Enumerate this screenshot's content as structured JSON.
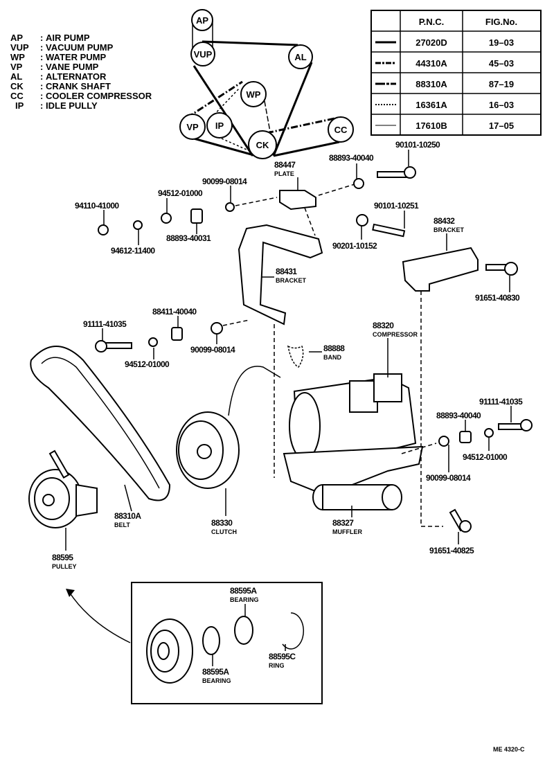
{
  "legend": [
    {
      "code": "AP",
      "name": "AIR PUMP"
    },
    {
      "code": "VUP",
      "name": "VACUUM PUMP"
    },
    {
      "code": "WP",
      "name": "WATER PUMP"
    },
    {
      "code": "VP",
      "name": "VANE PUMP"
    },
    {
      "code": "AL",
      "name": "ALTERNATOR"
    },
    {
      "code": "CK",
      "name": "CRANK SHAFT"
    },
    {
      "code": "CC",
      "name": "COOLER COMPRESSOR"
    },
    {
      "code": "IP",
      "name": "IDLE PULLY"
    }
  ],
  "pulleys": [
    "AP",
    "VUP",
    "AL",
    "WP",
    "VP",
    "IP",
    "CK",
    "CC"
  ],
  "table": {
    "headers": [
      "",
      "P.N.C.",
      "FIG.No."
    ],
    "rows": [
      {
        "line_style": "solid-thick",
        "pnc": "27020D",
        "fig": "19–03"
      },
      {
        "line_style": "dash-dot",
        "pnc": "44310A",
        "fig": "45–03"
      },
      {
        "line_style": "dash-long",
        "pnc": "88310A",
        "fig": "87–19"
      },
      {
        "line_style": "dotted",
        "pnc": "16361A",
        "fig": "16–03"
      },
      {
        "line_style": "solid-thin",
        "pnc": "17610B",
        "fig": "17–05"
      }
    ]
  },
  "parts": {
    "p1": "90101-10250",
    "p2": "88893-40040",
    "p3": "88447",
    "p3n": "PLATE",
    "p4": "90099-08014",
    "p5": "94512-01000",
    "p6": "94110-41000",
    "p7": "88893-40031",
    "p8": "94612-11400",
    "p9": "90101-10251",
    "p10": "88432",
    "p10n": "BRACKET",
    "p11": "90201-10152",
    "p12": "88431",
    "p12n": "BRACKET",
    "p13": "91651-40830",
    "p14": "88411-40040",
    "p15": "91111-41035",
    "p16": "90099-08014",
    "p17": "94512-01000",
    "p18": "88320",
    "p18n": "COMPRESSOR",
    "p19": "88888",
    "p19n": "BAND",
    "p20": "91111-41035",
    "p21": "88893-40040",
    "p22": "94512-01000",
    "p23": "90099-08014",
    "p24": "88310A",
    "p24n": "BELT",
    "p25": "88330",
    "p25n": "CLUTCH",
    "p26": "88327",
    "p26n": "MUFFLER",
    "p27": "91651-40825",
    "p28": "88595",
    "p28n": "PULLEY",
    "p29": "88595A",
    "p29n": "BEARING",
    "p30": "88595C",
    "p30n": "RING",
    "p31": "88595A",
    "p31n": "BEARING"
  },
  "footer_code": "ME 4320-C"
}
